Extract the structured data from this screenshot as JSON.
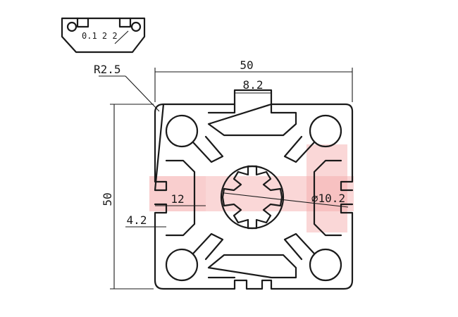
{
  "dimensions": {
    "width": "50",
    "height": "50",
    "corner_radius": "R2.5",
    "slot_width": "8.2",
    "depth": "12",
    "wall": "4.2",
    "bore": "⌀10.2"
  },
  "slot_detail": {
    "label": "0.1 2 2"
  },
  "colors": {
    "line": "#1a1a1a",
    "highlight": "#f4a6a6"
  }
}
